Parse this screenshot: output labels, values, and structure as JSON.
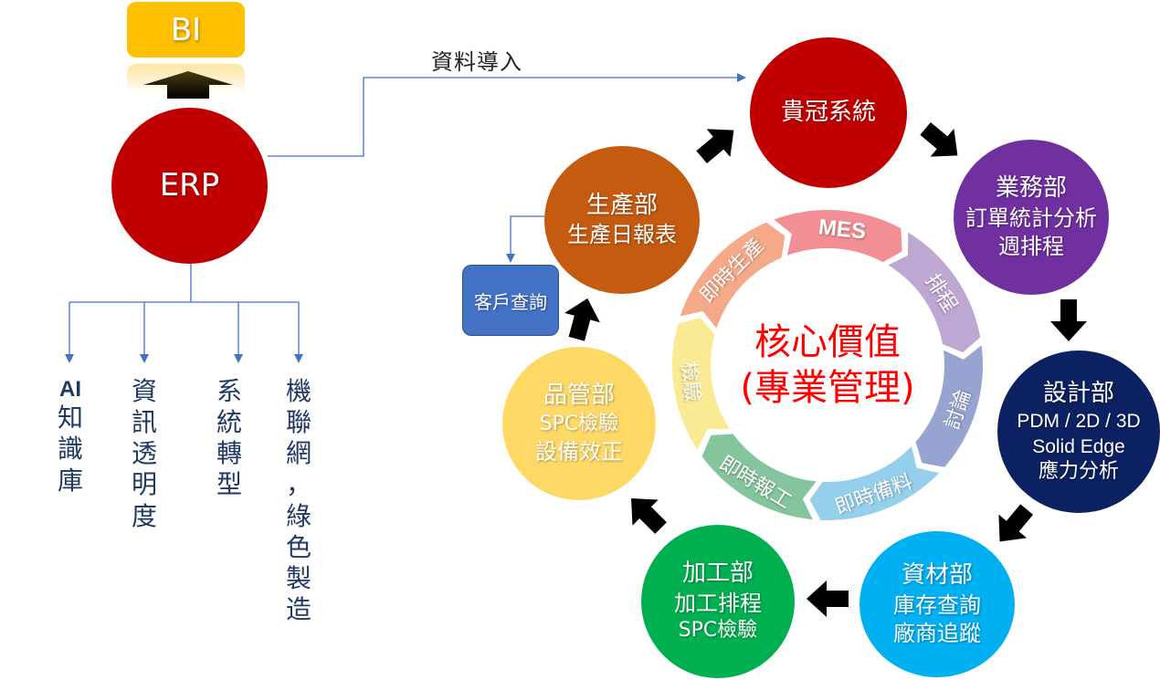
{
  "top_left": {
    "bi_label": "BI",
    "erp_label": "ERP",
    "branches": [
      {
        "lines": [
          "AI",
          "知",
          "識",
          "庫"
        ]
      },
      {
        "lines": [
          "資",
          "訊",
          "透",
          "明",
          "度"
        ]
      },
      {
        "lines": [
          "系",
          "統",
          "轉",
          "型"
        ]
      },
      {
        "lines": [
          "機",
          "聯",
          "網",
          "，",
          "綠",
          "色",
          "製",
          "造"
        ]
      }
    ]
  },
  "flow": {
    "import_label": "資料導入",
    "nodes": {
      "guiguan": {
        "title": "貴冠系統",
        "color": "#c00000"
      },
      "sales": {
        "title": "業務部",
        "lines": [
          "訂單統計分析",
          "週排程"
        ],
        "color": "#7030a0"
      },
      "design": {
        "title": "設計部",
        "lines": [
          "PDM / 2D / 3D",
          "Solid Edge",
          "應力分析"
        ],
        "color": "#0b2161"
      },
      "material": {
        "title": "資材部",
        "lines": [
          "庫存查詢",
          "廠商追蹤"
        ],
        "color": "#00b0f0"
      },
      "machining": {
        "title": "加工部",
        "lines": [
          "加工排程",
          "SPC檢驗"
        ],
        "color": "#00b050"
      },
      "qc": {
        "title": "品管部",
        "lines": [
          "SPC檢驗",
          "設備效正"
        ],
        "color": "#ffd966"
      },
      "production": {
        "title": "生產部",
        "lines": [
          "生產日報表"
        ],
        "color": "#c55a11"
      }
    },
    "customer_query": "客戶查詢"
  },
  "core_cycle": {
    "center_lines": [
      "核心價值",
      "(專業管理)"
    ],
    "segments": [
      {
        "label": "MES",
        "color": "#f0868c"
      },
      {
        "label": "排程",
        "color": "#b9a0cf"
      },
      {
        "label": "討論",
        "color": "#8e9ccd"
      },
      {
        "label": "即時備料",
        "color": "#8ccbea"
      },
      {
        "label": "即時報工",
        "color": "#79c095"
      },
      {
        "label": "檢驗",
        "color": "#f8e88a"
      },
      {
        "label": "即時生產",
        "color": "#f4a27f"
      }
    ]
  }
}
